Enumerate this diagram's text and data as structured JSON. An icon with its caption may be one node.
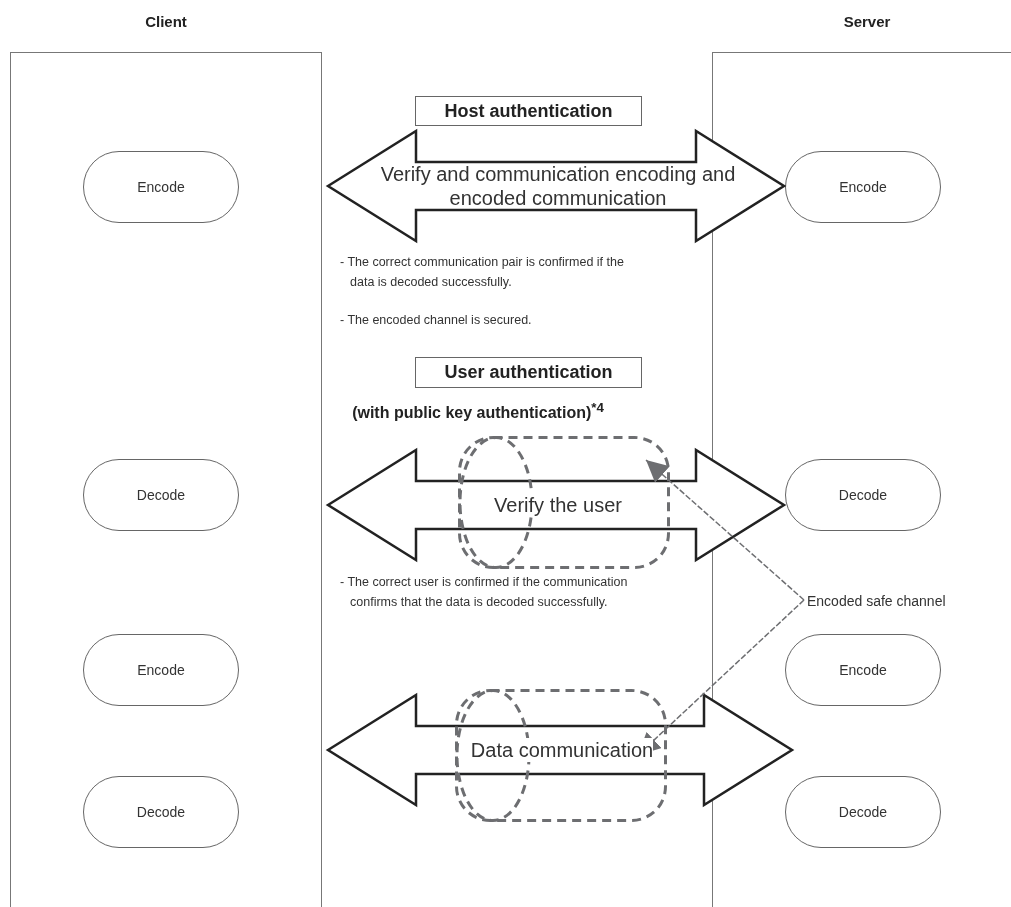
{
  "diagram": {
    "nodes": [
      {
        "text": [
          "Client"
        ]
      },
      {
        "text": [
          "Server"
        ]
      },
      {
        "text": [
          "Host authentication"
        ]
      },
      {
        "text": [
          "Encode"
        ],
        "in": 0
      },
      {
        "text": [
          "Encode"
        ],
        "in": 1
      },
      {
        "text": [
          "User authentication"
        ]
      },
      {
        "text": [],
        "shape": "cylinder"
      },
      {
        "text": [
          "Decode"
        ],
        "in": 0
      },
      {
        "text": [
          "Decode"
        ],
        "in": 1
      },
      {
        "text": [
          "Encoded safe channel"
        ],
        "in": 1
      },
      {
        "text": [],
        "shape": "cylinder"
      },
      {
        "text": [
          "Encode"
        ],
        "in": 0
      },
      {
        "text": [
          "Encode"
        ],
        "in": 1
      },
      {
        "text": [
          "Decode"
        ],
        "in": 0
      },
      {
        "text": [
          "Decode"
        ],
        "in": 1
      }
    ],
    "edges": [
      {
        "from": 0,
        "to": 4,
        "arrow": "both",
        "label": "Verify and communication encoding and encoded communication",
        "style": "thick"
      },
      {
        "from": 0,
        "to": 8,
        "arrow": "both",
        "label": "Verify the user",
        "style": "thick"
      },
      {
        "from": 0,
        "to": 1,
        "arrow": "both",
        "label": "Data communication",
        "style": "thick"
      },
      {
        "from": 9,
        "to": 6,
        "arrow": "to",
        "style": "dashed",
        "color": "#6d6e71"
      },
      {
        "from": 9,
        "to": 10,
        "arrow": "to",
        "style": "dashed",
        "color": "#6d6e71"
      }
    ],
    "labels": [
      "- The correct communication pair is confirmed if the data is decoded successfully.",
      "- The encoded channel is secured.",
      "(with public key authentication)$^{*4}$",
      "- The correct user is confirmed if the communication confirms that the data is decoded successfully."
    ]
  }
}
